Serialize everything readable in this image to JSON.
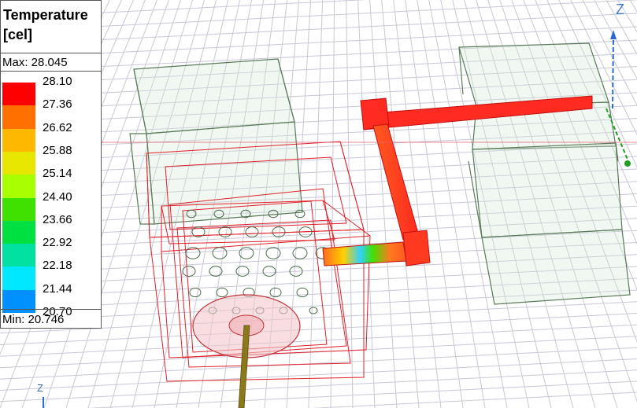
{
  "legend": {
    "title_line1": "Temperature",
    "title_line2": "[cel]",
    "max_label": "Max: 28.045",
    "min_label": "Min: 20.746",
    "ticks": [
      "28.10",
      "27.36",
      "26.62",
      "25.88",
      "25.14",
      "24.40",
      "23.66",
      "22.92",
      "22.18",
      "21.44",
      "20.70"
    ],
    "colors": [
      "#ff0000",
      "#ff7000",
      "#ffb800",
      "#e6e600",
      "#a8ff00",
      "#40e000",
      "#00e040",
      "#00e0a0",
      "#00e8ff",
      "#0090ff",
      "#0000ff"
    ]
  },
  "axes": {
    "top_label": "Z",
    "bottom_label": "Z"
  },
  "colors": {
    "grid": "#c8c8d6",
    "wireframe_red": "#e0202a",
    "box_green": "#5a7a5a",
    "pipe_hot": "#ff2a20",
    "axis_blue": "#2a6ad8",
    "axis_green": "#20a020"
  }
}
